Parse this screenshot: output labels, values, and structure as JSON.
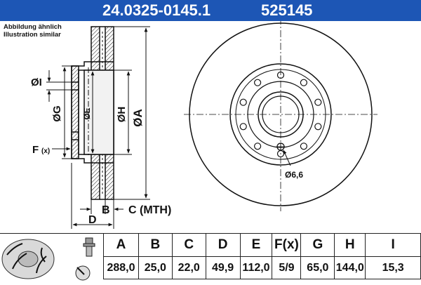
{
  "header": {
    "part_number": "24.0325-0145.1",
    "ref_number": "525145",
    "background_color": "#1d56b5",
    "text_color": "#ffffff"
  },
  "note": {
    "line1": "Abbildung ähnlich",
    "line2": "Illustration similar"
  },
  "drawing": {
    "labels": {
      "I": "ØI",
      "G": "ØG",
      "E": "ØE",
      "H": "ØH",
      "A": "ØA",
      "F": "F",
      "F_sub": "(x)",
      "B": "B",
      "C": "C (MTH)",
      "D": "D",
      "hole": "Ø6,6"
    }
  },
  "table": {
    "headers": [
      "A",
      "B",
      "C",
      "D",
      "E",
      "F(x)",
      "G",
      "H",
      "I"
    ],
    "values": [
      "288,0",
      "25,0",
      "22,0",
      "49,9",
      "112,0",
      "5/9",
      "65,0",
      "144,0",
      "15,3"
    ]
  }
}
